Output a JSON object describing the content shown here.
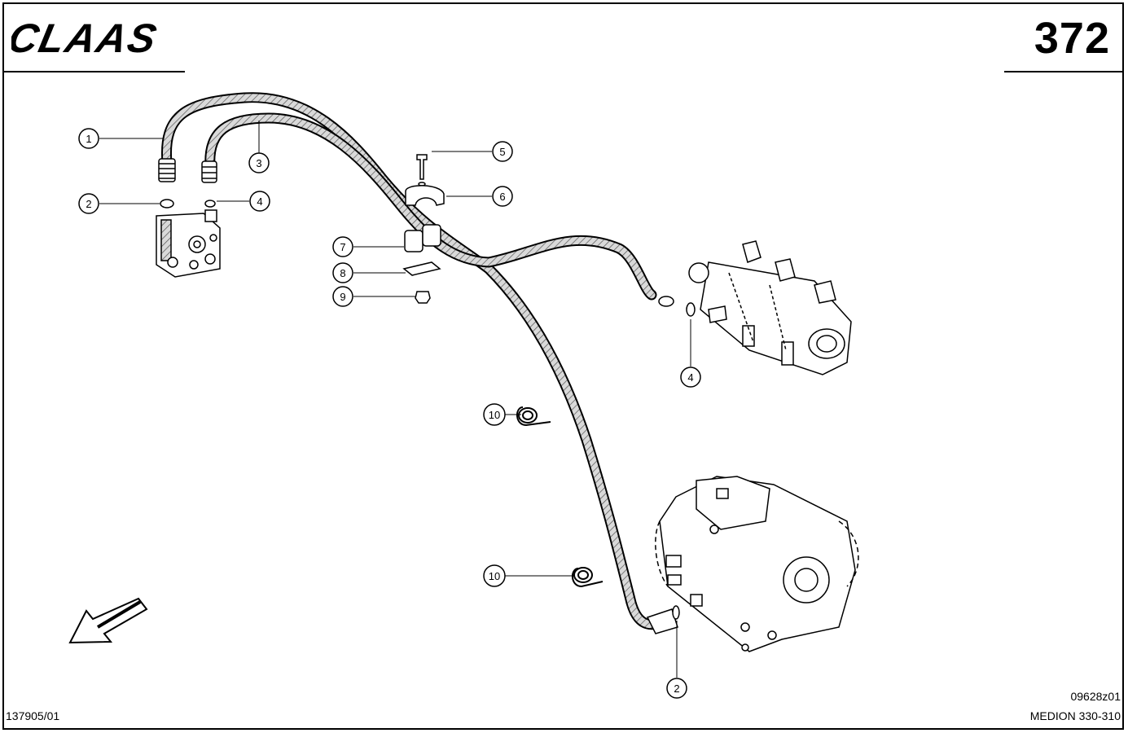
{
  "header": {
    "logo_text": "CLAAS",
    "page_number": "372"
  },
  "footer": {
    "document_number": "137905/01",
    "figure_code": "09628z01",
    "model": "MEDION 330-310"
  },
  "callouts": [
    {
      "id": "c1",
      "label": "1"
    },
    {
      "id": "c2a",
      "label": "2"
    },
    {
      "id": "c3",
      "label": "3"
    },
    {
      "id": "c4a",
      "label": "4"
    },
    {
      "id": "c5",
      "label": "5"
    },
    {
      "id": "c6",
      "label": "6"
    },
    {
      "id": "c7",
      "label": "7"
    },
    {
      "id": "c8",
      "label": "8"
    },
    {
      "id": "c9",
      "label": "9"
    },
    {
      "id": "c4b",
      "label": "4"
    },
    {
      "id": "c10a",
      "label": "10"
    },
    {
      "id": "c10b",
      "label": "10"
    },
    {
      "id": "c2b",
      "label": "2"
    }
  ],
  "colors": {
    "line": "#000000",
    "hose_fill": "#d9d9d9",
    "background": "#ffffff"
  }
}
